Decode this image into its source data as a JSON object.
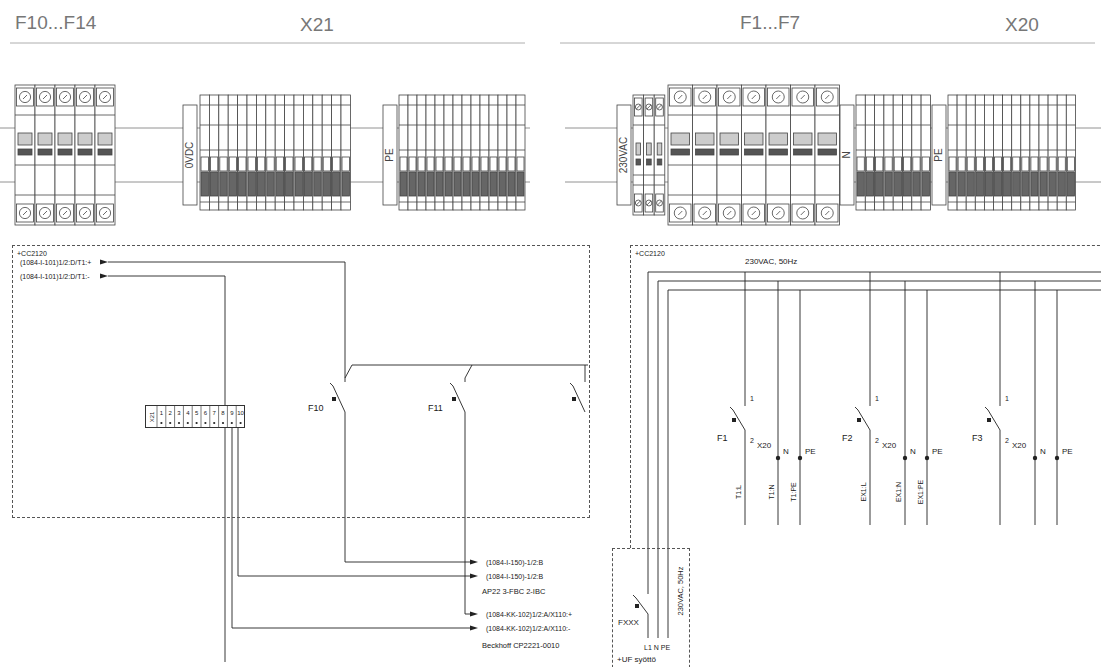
{
  "diagram": {
    "nodes": [
      {
        "text": [
          "+CC2120"
        ]
      },
      {
        "text": [
          "X21"
        ],
        "in": 0
      },
      {
        "text": [
          "+CC2120"
        ]
      },
      {
        "text": [
          "FXXX",
          "230VAC, 50Hz",
          "L1 N PE",
          "+UF syöttö"
        ]
      }
    ],
    "labels": [
      "F10...F14",
      "X21",
      "F1...F7",
      "X20",
      "0VDC",
      "PE",
      "230VAC",
      "N",
      "PE",
      "(1084-I-101)1/2:D/T1:+",
      "(1084-I-101)1/2:D/T1:-",
      "1",
      "2",
      "3",
      "4",
      "5",
      "6",
      "7",
      "8",
      "9",
      "10",
      "F10",
      "F11",
      "(1084-I-150)-1/2:B",
      "(1084-I-150)-1/2:B",
      "AP22 3-FBC 2-IBC",
      "(1084-KK-102)1/2:A/X110:+",
      "(1084-KK-102)1/2:A/X110:-",
      "Beckhoff CP2221-0010",
      "230VAC, 50Hz",
      "1",
      "F1",
      "2",
      "X20",
      "N",
      "PE",
      "T1:L",
      "T1:N",
      "T1:PE",
      "1",
      "F2",
      "2",
      "X20",
      "N",
      "PE",
      "EX1:L",
      "EX1:N",
      "EX1:PE",
      "1",
      "F3",
      "2",
      "X20",
      "N",
      "PE"
    ]
  }
}
